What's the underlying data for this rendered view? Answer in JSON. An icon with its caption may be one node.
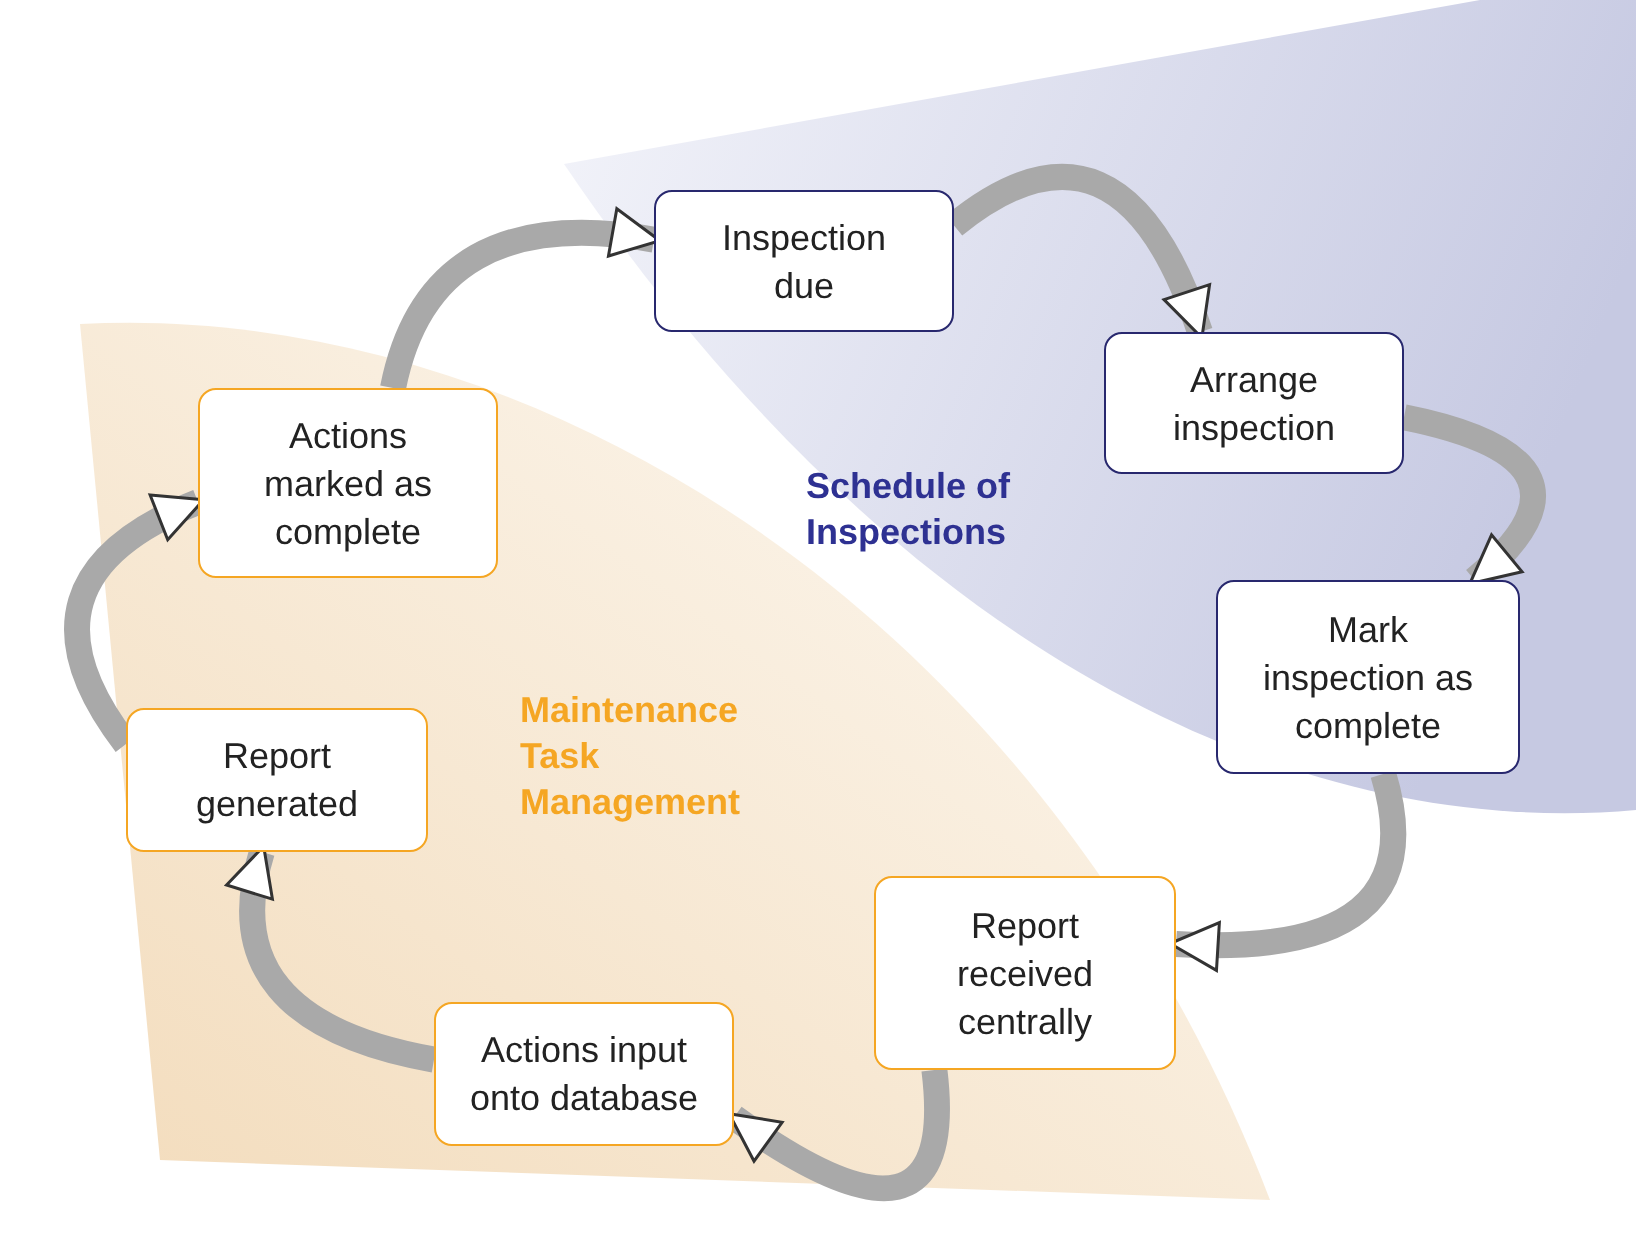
{
  "diagram": {
    "nodes": [
      {
        "text": [
          "Inspection due"
        ]
      },
      {
        "text": [
          "Arrange inspection"
        ]
      },
      {
        "text": [
          "Mark inspection as complete"
        ]
      },
      {
        "text": [
          "Report received centrally"
        ]
      },
      {
        "text": [
          "Actions input onto database"
        ]
      },
      {
        "text": [
          "Report generated"
        ]
      },
      {
        "text": [
          "Actions marked as complete"
        ]
      }
    ],
    "edges": [
      {
        "from": 0,
        "to": 1,
        "arrow": "to"
      },
      {
        "from": 1,
        "to": 2,
        "arrow": "to"
      },
      {
        "from": 2,
        "to": 3,
        "arrow": "to"
      },
      {
        "from": 3,
        "to": 4,
        "arrow": "to"
      },
      {
        "from": 4,
        "to": 5,
        "arrow": "to"
      },
      {
        "from": 5,
        "to": 6,
        "arrow": "to"
      },
      {
        "from": 6,
        "to": 0,
        "arrow": "to"
      }
    ],
    "labels": [
      "Schedule of Inspections",
      "Maintenance Task Management"
    ]
  }
}
